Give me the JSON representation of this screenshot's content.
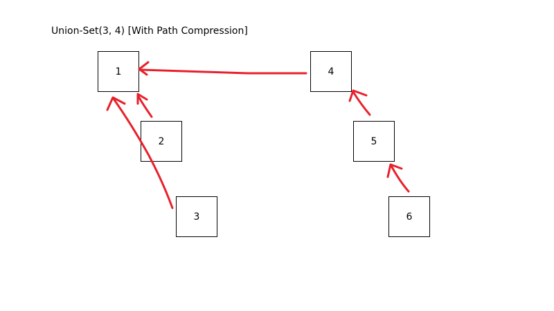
{
  "title": "Union-Set(3, 4) [With Path Compression]",
  "arrow_color": "#e8202a",
  "nodes": [
    {
      "id": "n1",
      "label": "1"
    },
    {
      "id": "n2",
      "label": "2"
    },
    {
      "id": "n3",
      "label": "3"
    },
    {
      "id": "n4",
      "label": "4"
    },
    {
      "id": "n5",
      "label": "5"
    },
    {
      "id": "n6",
      "label": "6"
    }
  ],
  "edges": [
    {
      "from": "4",
      "to": "1"
    },
    {
      "from": "2",
      "to": "1"
    },
    {
      "from": "3",
      "to": "1"
    },
    {
      "from": "5",
      "to": "4"
    },
    {
      "from": "6",
      "to": "5"
    }
  ]
}
